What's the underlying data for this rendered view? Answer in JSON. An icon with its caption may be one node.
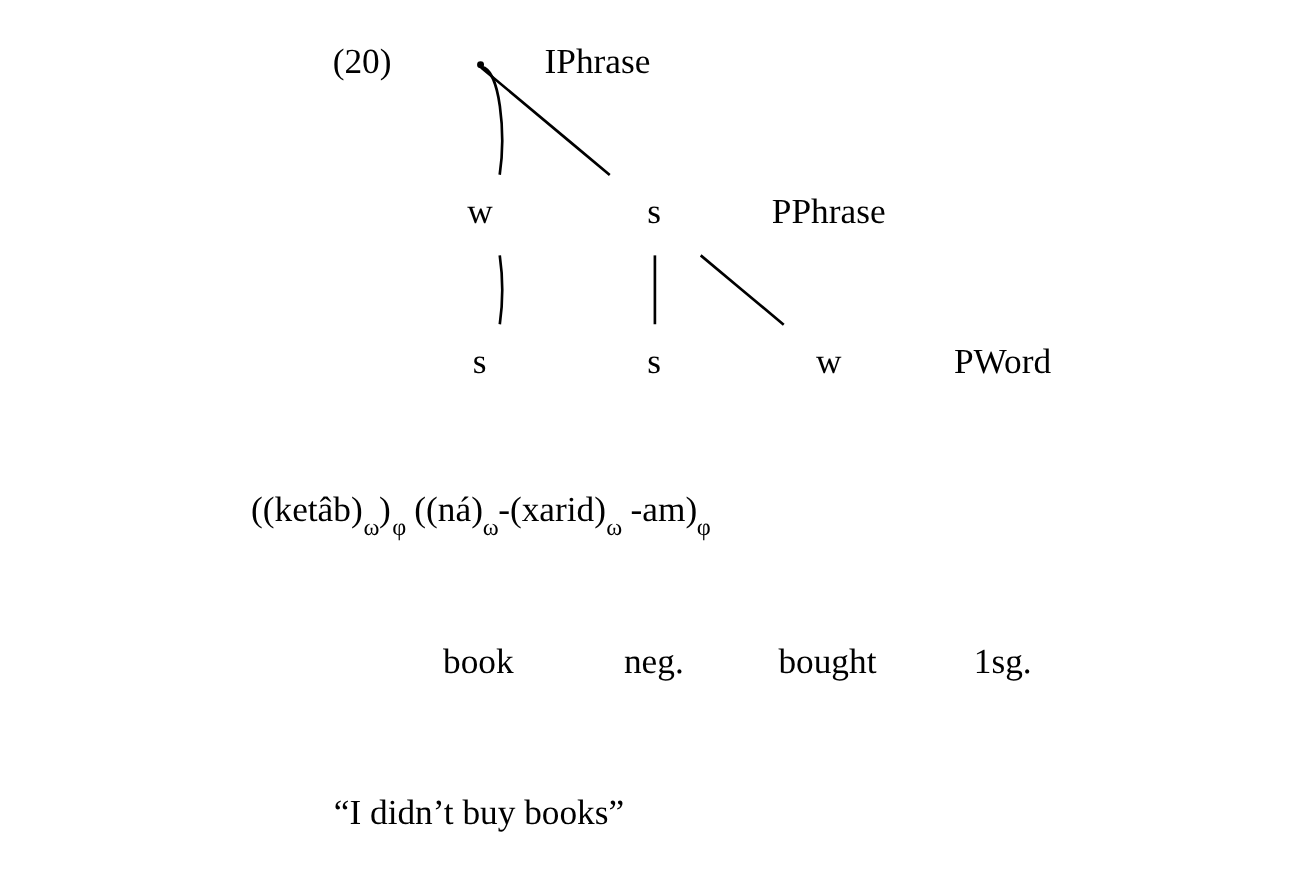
{
  "diagram": {
    "nodes": [
      {
        "text": [],
        "shape": "point"
      },
      {
        "text": [
          "w"
        ]
      },
      {
        "text": [
          "s"
        ]
      },
      {
        "text": [
          "s"
        ]
      },
      {
        "text": [
          "s"
        ]
      },
      {
        "text": [
          "w"
        ]
      }
    ],
    "edges": [
      {
        "from": 0,
        "to": 1,
        "arrow": "none"
      },
      {
        "from": 0,
        "to": 2,
        "arrow": "none"
      },
      {
        "from": 1,
        "to": 3,
        "arrow": "none"
      },
      {
        "from": 2,
        "to": 4,
        "arrow": "none"
      },
      {
        "from": 2,
        "to": 5,
        "arrow": "none"
      }
    ],
    "labels": [
      "(20)",
      "IPhrase",
      "PPhrase",
      "PWord",
      "((ketâb)$_{ω}$)$_{φ}$ ((ná)$_{ω}$-(xarid)$_{ω}$ -am)$_{φ}$",
      "book",
      "neg.",
      "bought",
      "1sg.",
      "“I didn’t buy books”"
    ]
  }
}
